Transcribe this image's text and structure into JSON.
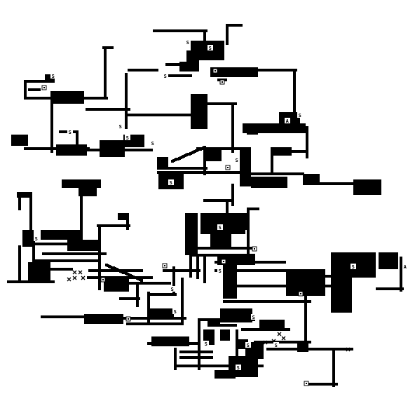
{
  "map": {
    "background": "#ffffff",
    "ink": "#000000",
    "tile_types": [
      "corridor",
      "room",
      "door",
      "stair",
      "trap",
      "altar"
    ],
    "markers": {
      "stair_symbol": "S",
      "altar_symbol": "A",
      "door_icon": "door-icon",
      "trap_icon": "trap-icon"
    },
    "stairs": [
      "S",
      "S",
      "S",
      "S",
      "S",
      "S",
      "S",
      "S",
      "S",
      "S",
      "S",
      "S",
      "S",
      "S",
      "S",
      "S",
      "S",
      "S",
      "S",
      "S",
      "S",
      "S"
    ],
    "altars": [
      "A",
      "A"
    ]
  }
}
